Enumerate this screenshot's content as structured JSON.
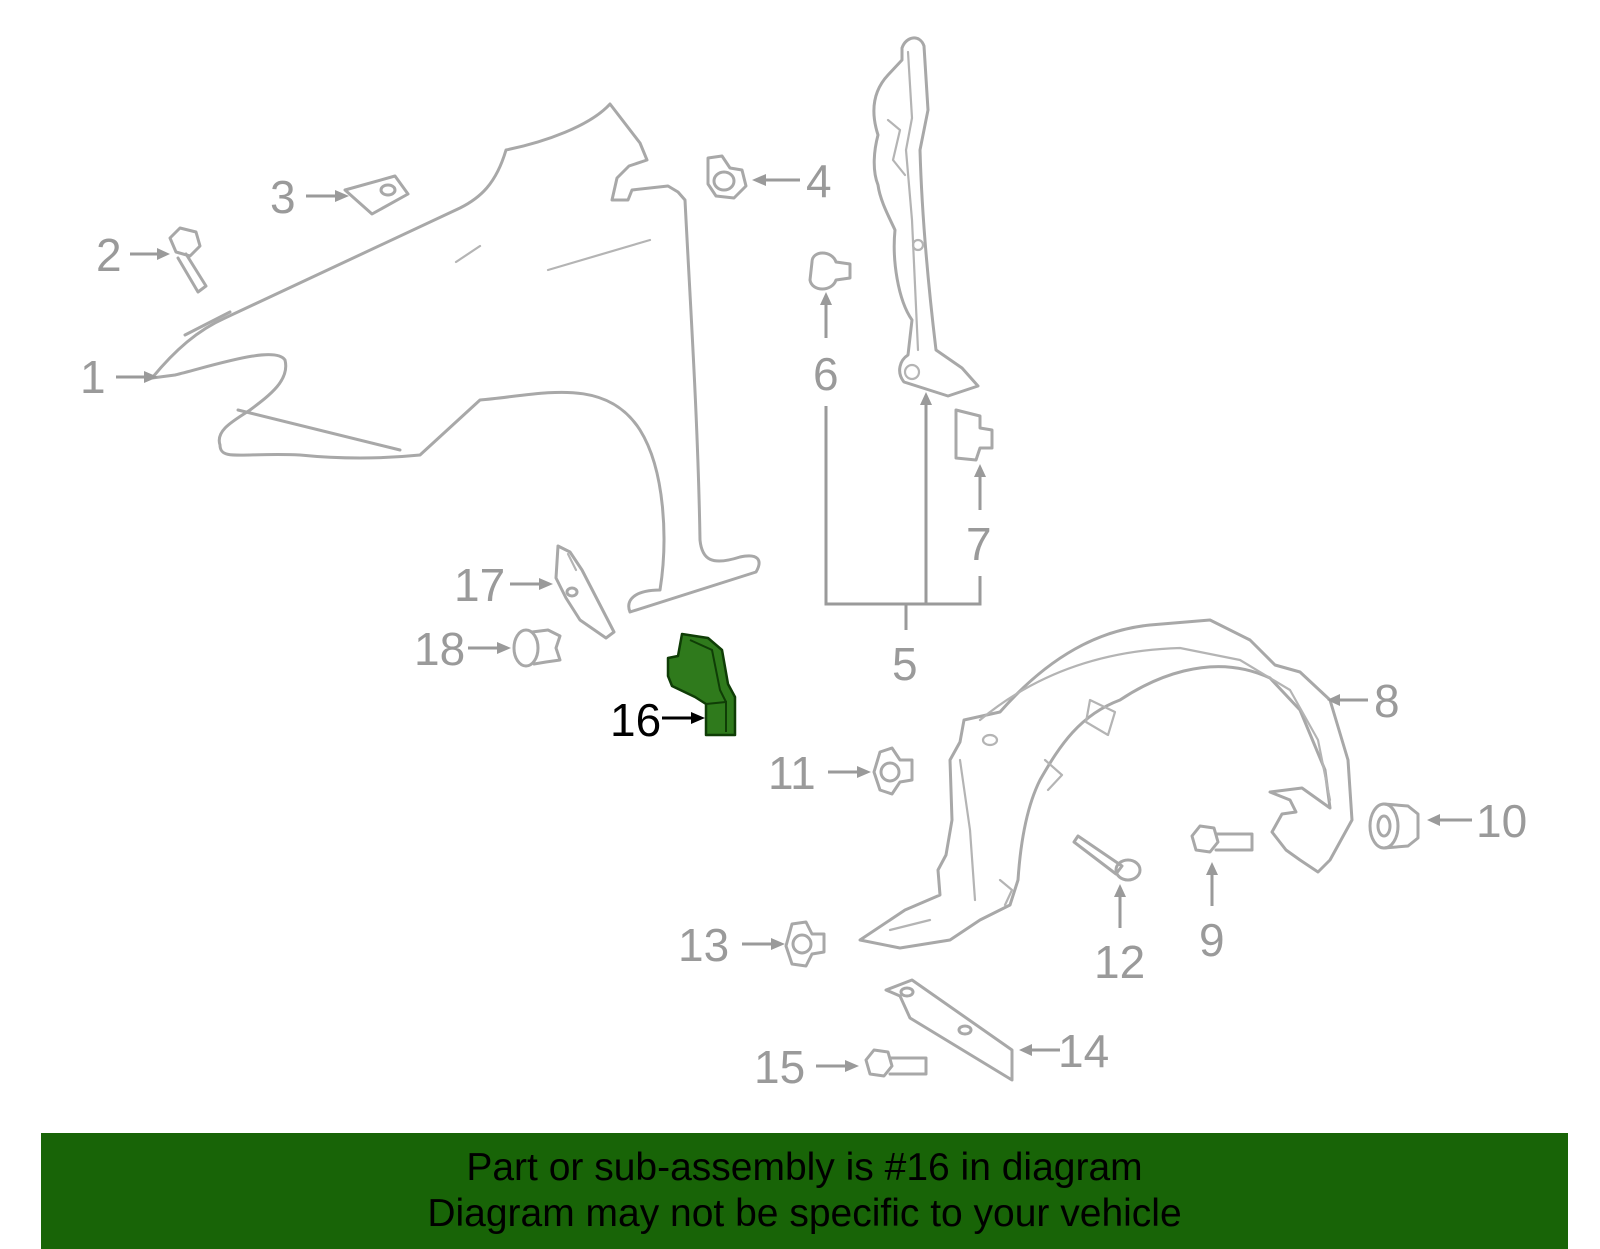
{
  "callouts": {
    "p1": "1",
    "p2": "2",
    "p3": "3",
    "p4": "4",
    "p5": "5",
    "p6": "6",
    "p7": "7",
    "p8": "8",
    "p9": "9",
    "p10": "10",
    "p11": "11",
    "p12": "12",
    "p13": "13",
    "p14": "14",
    "p15": "15",
    "p16": "16",
    "p17": "17",
    "p18": "18"
  },
  "highlight": {
    "part": "16",
    "color": "#2f7a1c"
  },
  "banner": {
    "line1": "Part or sub-assembly is #16 in diagram",
    "line2": "Diagram may not be specific to your vehicle",
    "background": "#186407"
  }
}
